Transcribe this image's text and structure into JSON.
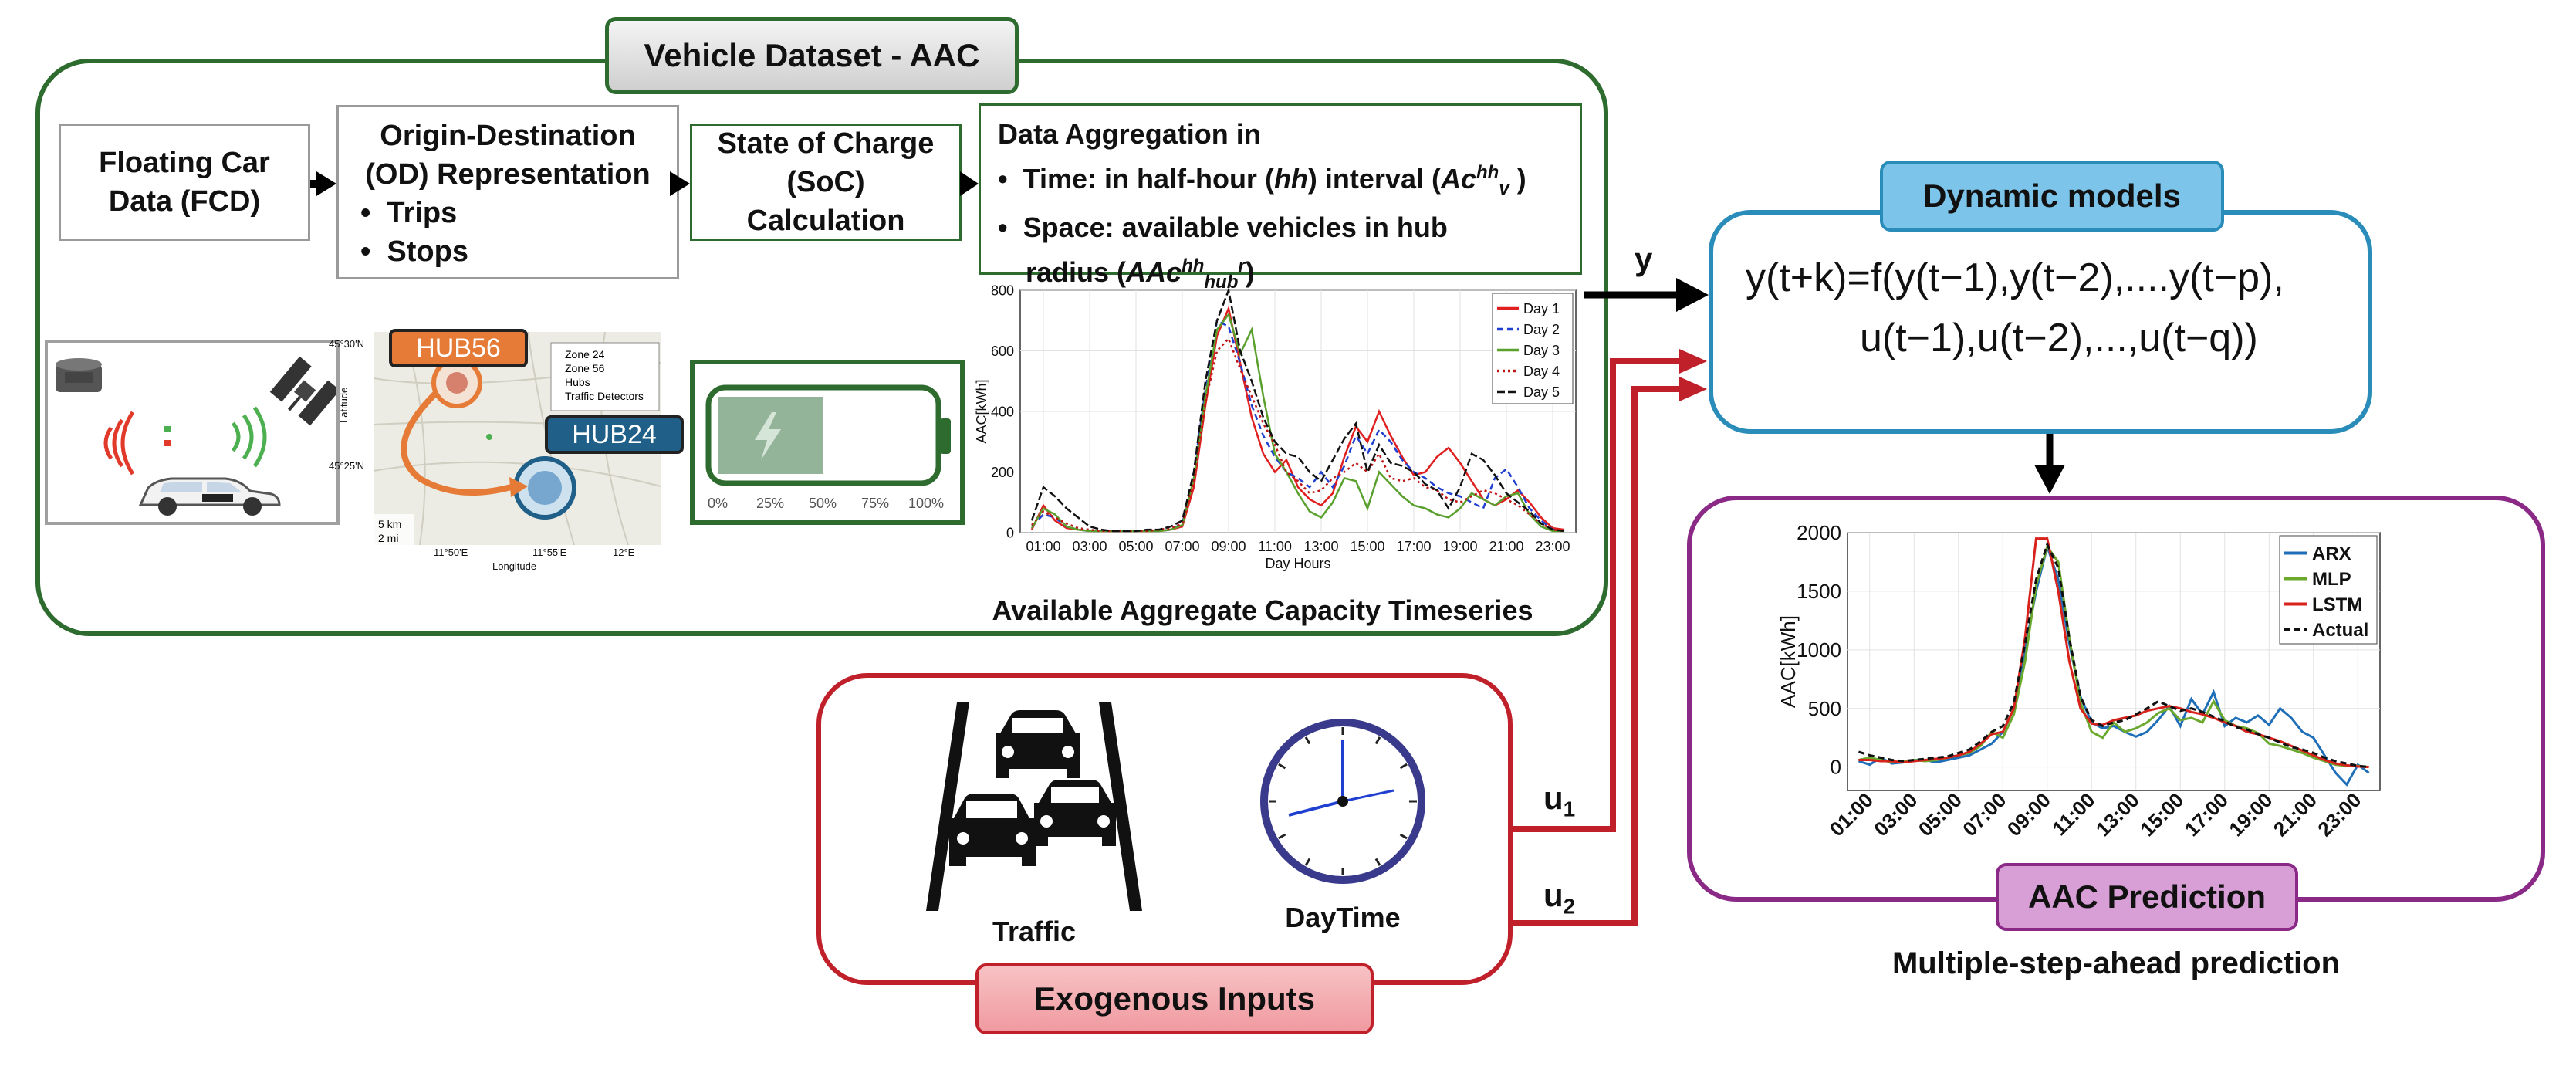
{
  "dataset": {
    "title": "Vehicle Dataset - AAC",
    "fcd": {
      "line1": "Floating Car",
      "line2": "Data (FCD)"
    },
    "od": {
      "line1": "Origin-Destination",
      "line2": "(OD) Representation",
      "item1": "Trips",
      "item2": "Stops"
    },
    "soc": {
      "line1": "State of Charge",
      "line2": "(SoC)",
      "line3": "Calculation"
    },
    "agg": {
      "title": "Data Aggregation in",
      "time_prefix": "Time: in half-hour (",
      "time_hh": "hh",
      "time_mid": ") interval (",
      "time_sym": "Ac",
      "time_sup": "hh",
      "time_sub": "v",
      "time_end": " )",
      "space_line1": "Space: available vehicles in hub",
      "space_prefix": "radius (",
      "space_sym": "AAc",
      "space_sup": "hh",
      "space_sub": "hub",
      "space_sup2": "r",
      "space_end": ")"
    },
    "map": {
      "hub56": "HUB56",
      "hub24": "HUB24",
      "legend": [
        "Zone 24",
        "Zone 56",
        "Hubs",
        "Traffic Detectors"
      ],
      "lat_label": "Latitude",
      "lon_label": "Longitude",
      "lat_ticks": [
        "45°30'N",
        "45°25'N"
      ],
      "lon_ticks": [
        "11°50'E",
        "11°55'E",
        "12°E"
      ],
      "scale_km": "5 km",
      "scale_mi": "2 mi"
    },
    "battery": {
      "ticks": [
        "0%",
        "25%",
        "50%",
        "75%",
        "100%"
      ],
      "fill_fraction": 0.5
    }
  },
  "flow_labels": {
    "y": "y",
    "u1_base": "u",
    "u1_sub": "1",
    "u2_base": "u",
    "u2_sub": "2"
  },
  "models": {
    "title": "Dynamic models",
    "eq_line1": "y(t+k)=f(y(t−1),y(t−2),....y(t−p),",
    "eq_line2": "u(t−1),u(t−2),...,u(t−q))"
  },
  "exogenous": {
    "title": "Exogenous Inputs",
    "traffic": "Traffic",
    "daytime": "DayTime"
  },
  "prediction": {
    "title": "AAC Prediction",
    "caption": "Multiple-step-ahead prediction"
  },
  "colors": {
    "green_frame": "#2e6b2e",
    "blue_frame": "#2a8cb8",
    "red_frame": "#c0202a",
    "purple_frame": "#8a2a86",
    "models_pill": "#7cc4ea",
    "exo_pill": "#f2a4a8",
    "pred_pill": "#d79fd6"
  },
  "chart_data": [
    {
      "type": "line",
      "title": "Available Aggregate Capacity Timeseries",
      "xlabel": "Day Hours",
      "ylabel": "AAC[kWh]",
      "ylim": [
        0,
        800
      ],
      "yticks": [
        0,
        200,
        400,
        600,
        800
      ],
      "xticks": [
        "01:00",
        "03:00",
        "05:00",
        "07:00",
        "09:00",
        "11:00",
        "13:00",
        "15:00",
        "17:00",
        "19:00",
        "21:00",
        "23:00"
      ],
      "x": [
        0.5,
        1,
        1.5,
        2,
        2.5,
        3,
        3.5,
        4,
        4.5,
        5,
        5.5,
        6,
        6.5,
        7,
        7.5,
        8,
        8.5,
        9,
        9.5,
        10,
        10.5,
        11,
        11.5,
        12,
        12.5,
        13,
        13.5,
        14,
        14.5,
        15,
        15.5,
        16,
        16.5,
        17,
        17.5,
        18,
        18.5,
        19,
        19.5,
        20,
        20.5,
        21,
        21.5,
        22,
        22.5,
        23,
        23.5
      ],
      "legend_position": "top-right",
      "grid": true,
      "series": [
        {
          "name": "Day 1",
          "color": "#e02020",
          "dash": "solid",
          "values": [
            10,
            90,
            40,
            15,
            10,
            5,
            5,
            5,
            5,
            5,
            5,
            5,
            10,
            20,
            150,
            420,
            650,
            740,
            560,
            380,
            260,
            200,
            240,
            150,
            110,
            90,
            130,
            250,
            350,
            300,
            400,
            320,
            250,
            190,
            200,
            250,
            280,
            230,
            170,
            110,
            90,
            110,
            140,
            100,
            50,
            15,
            10
          ]
        },
        {
          "name": "Day 2",
          "color": "#1f3fd0",
          "dash": "8,5",
          "values": [
            20,
            60,
            50,
            20,
            10,
            5,
            5,
            5,
            5,
            5,
            5,
            5,
            10,
            30,
            200,
            470,
            700,
            680,
            560,
            420,
            320,
            250,
            200,
            180,
            150,
            200,
            150,
            220,
            320,
            260,
            340,
            300,
            240,
            200,
            180,
            150,
            130,
            120,
            100,
            80,
            180,
            210,
            150,
            80,
            40,
            10,
            5
          ]
        },
        {
          "name": "Day 3",
          "color": "#5aa02c",
          "dash": "solid",
          "values": [
            15,
            80,
            60,
            20,
            10,
            5,
            5,
            5,
            5,
            5,
            5,
            5,
            10,
            25,
            180,
            450,
            670,
            720,
            590,
            670,
            450,
            260,
            200,
            130,
            70,
            50,
            100,
            180,
            170,
            80,
            200,
            160,
            120,
            90,
            80,
            60,
            50,
            80,
            130,
            110,
            90,
            120,
            130,
            60,
            20,
            5,
            5
          ]
        },
        {
          "name": "Day 4",
          "color": "#c01515",
          "dash": "3,4",
          "values": [
            25,
            70,
            50,
            30,
            15,
            10,
            5,
            5,
            5,
            5,
            5,
            10,
            15,
            30,
            170,
            430,
            600,
            640,
            540,
            450,
            360,
            290,
            200,
            170,
            130,
            140,
            180,
            200,
            230,
            200,
            260,
            180,
            170,
            180,
            150,
            140,
            110,
            100,
            120,
            140,
            130,
            110,
            90,
            60,
            30,
            10,
            5
          ]
        },
        {
          "name": "Day 5",
          "color": "#111111",
          "dash": "10,4",
          "values": [
            40,
            150,
            120,
            80,
            50,
            20,
            10,
            5,
            5,
            5,
            10,
            10,
            20,
            40,
            200,
            500,
            700,
            800,
            600,
            500,
            380,
            300,
            260,
            250,
            200,
            170,
            240,
            310,
            360,
            200,
            290,
            230,
            220,
            200,
            160,
            140,
            80,
            150,
            260,
            240,
            190,
            130,
            100,
            70,
            30,
            10,
            5
          ]
        }
      ]
    },
    {
      "type": "line",
      "ylabel": "AAC[kWh]",
      "ylim": [
        -200,
        2000
      ],
      "yticks": [
        0,
        500,
        1000,
        1500,
        2000
      ],
      "xticks": [
        "01:00",
        "03:00",
        "05:00",
        "07:00",
        "09:00",
        "11:00",
        "13:00",
        "15:00",
        "17:00",
        "19:00",
        "21:00",
        "23:00"
      ],
      "x": [
        0.5,
        1,
        1.5,
        2,
        2.5,
        3,
        3.5,
        4,
        4.5,
        5,
        5.5,
        6,
        6.5,
        7,
        7.5,
        8,
        8.5,
        9,
        9.5,
        10,
        10.5,
        11,
        11.5,
        12,
        12.5,
        13,
        13.5,
        14,
        14.5,
        15,
        15.5,
        16,
        16.5,
        17,
        17.5,
        18,
        18.5,
        19,
        19.5,
        20,
        20.5,
        21,
        21.5,
        22,
        22.5,
        23,
        23.5
      ],
      "legend_position": "top-right",
      "grid": true,
      "series": [
        {
          "name": "ARX",
          "color": "#1f6fb8",
          "dash": "solid",
          "values": [
            50,
            20,
            80,
            30,
            40,
            60,
            60,
            40,
            60,
            80,
            100,
            150,
            200,
            300,
            500,
            1000,
            1500,
            1880,
            1600,
            1050,
            600,
            380,
            330,
            350,
            300,
            260,
            300,
            400,
            520,
            350,
            580,
            450,
            640,
            350,
            420,
            380,
            440,
            360,
            500,
            420,
            300,
            250,
            100,
            -50,
            -150,
            20,
            -50
          ]
        },
        {
          "name": "MLP",
          "color": "#6aa82e",
          "dash": "solid",
          "values": [
            60,
            80,
            60,
            40,
            50,
            60,
            50,
            60,
            80,
            100,
            120,
            180,
            300,
            250,
            450,
            900,
            1550,
            1880,
            1750,
            1100,
            550,
            300,
            250,
            380,
            300,
            330,
            380,
            460,
            500,
            400,
            420,
            380,
            560,
            400,
            350,
            330,
            290,
            200,
            180,
            150,
            120,
            80,
            50,
            20,
            10,
            10,
            0
          ]
        },
        {
          "name": "LSTM",
          "color": "#d8221c",
          "dash": "solid",
          "values": [
            60,
            60,
            50,
            50,
            40,
            50,
            60,
            70,
            80,
            100,
            130,
            200,
            280,
            300,
            500,
            1100,
            1950,
            1950,
            1500,
            900,
            500,
            370,
            360,
            400,
            420,
            440,
            480,
            500,
            520,
            500,
            470,
            450,
            420,
            380,
            350,
            300,
            280,
            250,
            220,
            180,
            140,
            100,
            60,
            30,
            15,
            5,
            0
          ]
        },
        {
          "name": "Actual",
          "color": "#111111",
          "dash": "8,5",
          "values": [
            130,
            100,
            80,
            60,
            50,
            60,
            70,
            80,
            90,
            120,
            150,
            220,
            300,
            350,
            550,
            1050,
            1600,
            1900,
            1700,
            1100,
            600,
            400,
            350,
            380,
            400,
            450,
            500,
            560,
            520,
            480,
            500,
            470,
            430,
            390,
            340,
            320,
            280,
            250,
            210,
            170,
            150,
            120,
            80,
            50,
            30,
            10,
            0
          ]
        }
      ]
    }
  ]
}
